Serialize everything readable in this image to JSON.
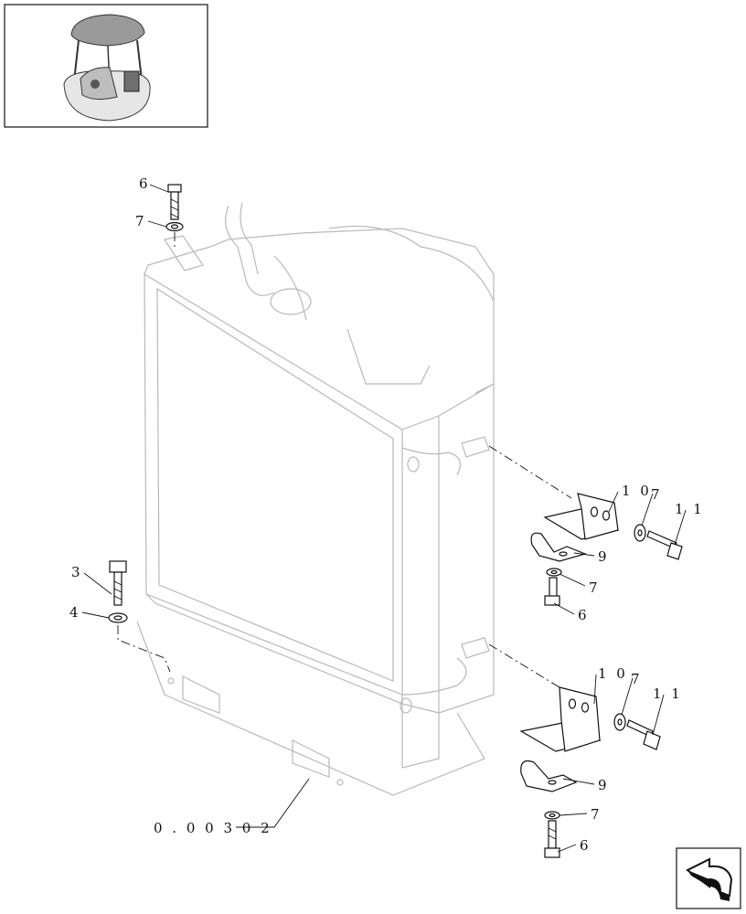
{
  "diagram": {
    "callouts": {
      "c6_top": "6",
      "c7_top": "7",
      "c3": "3",
      "c4": "4",
      "c10_upper": "1 0",
      "c7_upper_right": "7",
      "c11_upper": "1 1",
      "c9_upper": "9",
      "c7_upper_lower": "7",
      "c6_upper_lower": "6",
      "c10_lower": "1 0",
      "c7_lower_right": "7",
      "c11_lower": "1 1",
      "c9_lower": "9",
      "c7_lower_lower": "7",
      "c6_lower_lower": "6"
    },
    "reference_code": "0 . 0 0 3 0 2"
  },
  "colors": {
    "ink": "#111111",
    "ghost_outline": "#b9b9b9",
    "part_gray": "#cfcfcf"
  },
  "icons": [
    "thumbnail-machine-icon",
    "return-arrow-icon"
  ]
}
